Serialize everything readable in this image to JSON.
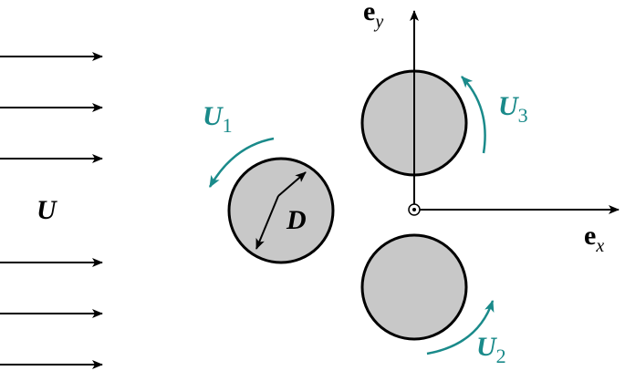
{
  "colors": {
    "cylinder_fill": "#c8c8c8",
    "stroke": "#000000",
    "rotation_accent": "#1a8a8a"
  },
  "labels": {
    "freestream": "U",
    "diameter": "D",
    "axis_x_base": "e",
    "axis_x_sub": "x",
    "axis_y_base": "e",
    "axis_y_sub": "y",
    "cyl1_base": "U",
    "cyl1_sub": "1",
    "cyl2_base": "U",
    "cyl2_sub": "2",
    "cyl3_base": "U",
    "cyl3_sub": "3"
  }
}
